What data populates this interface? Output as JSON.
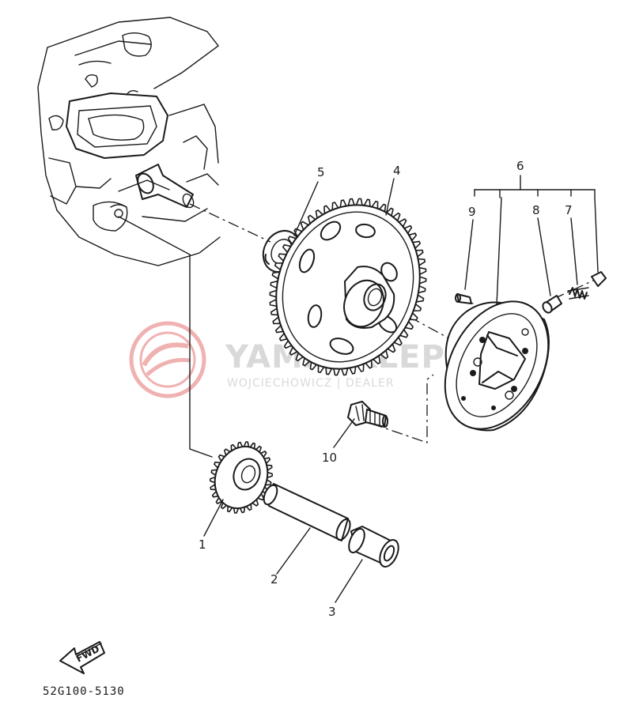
{
  "watermark": {
    "title": "YAMASKLEP",
    "subtitle": "WOJCIECHOWICZ | DEALER",
    "color": "#e05555"
  },
  "callouts": [
    {
      "id": "1",
      "label": "1"
    },
    {
      "id": "2",
      "label": "2"
    },
    {
      "id": "3",
      "label": "3"
    },
    {
      "id": "4",
      "label": "4"
    },
    {
      "id": "5",
      "label": "5"
    },
    {
      "id": "6",
      "label": "6"
    },
    {
      "id": "7",
      "label": "7"
    },
    {
      "id": "8",
      "label": "8"
    },
    {
      "id": "9",
      "label": "9"
    },
    {
      "id": "10",
      "label": "10"
    }
  ],
  "fwd_label": "FWD",
  "part_code": "52G100-5130"
}
